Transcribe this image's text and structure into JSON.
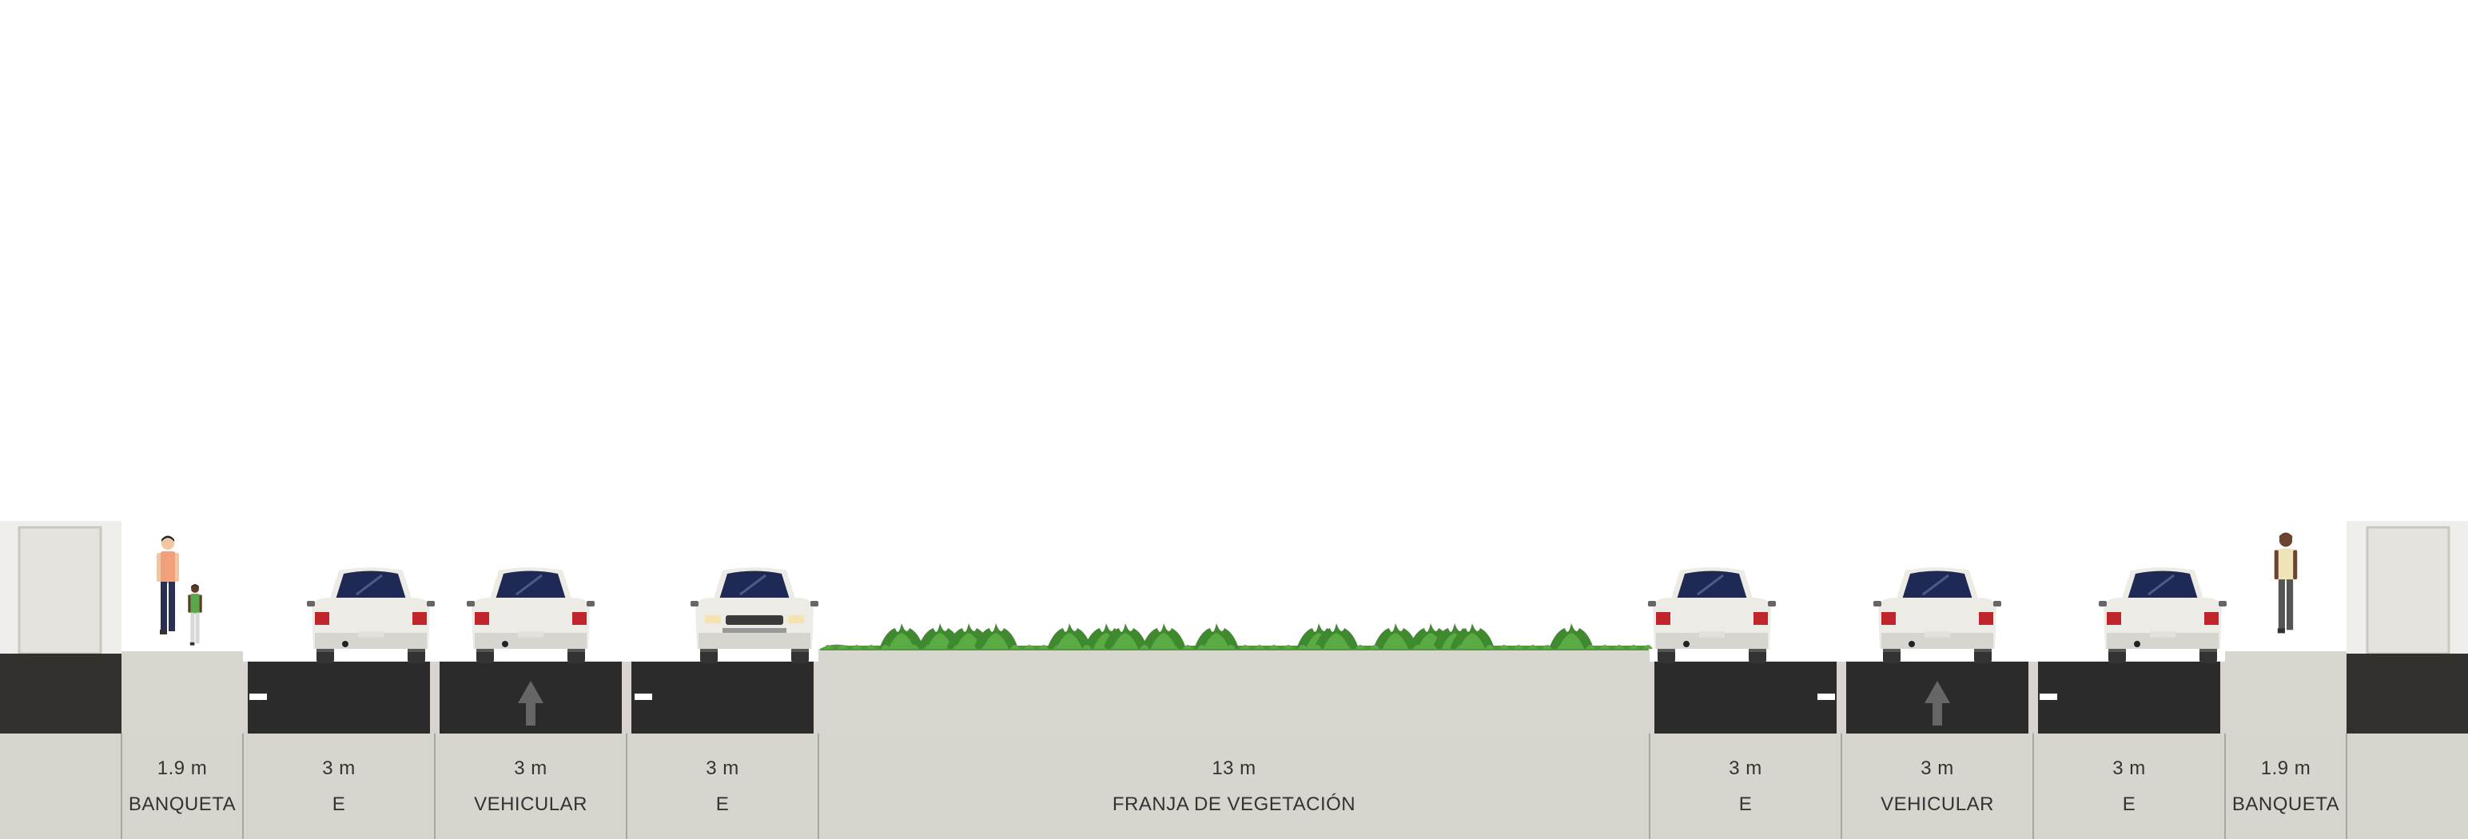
{
  "segments": [
    {
      "id": "building-left",
      "width": "",
      "name": "",
      "kind": "building"
    },
    {
      "id": "sidewalk-left",
      "width": "1.9 m",
      "name": "BANQUETA",
      "kind": "sidewalk"
    },
    {
      "id": "parking-left-1",
      "width": "3 m",
      "name": "E",
      "kind": "parking"
    },
    {
      "id": "travel-lane-left",
      "width": "3 m",
      "name": "VEHICULAR",
      "kind": "travel",
      "arrow": "up"
    },
    {
      "id": "parking-left-2",
      "width": "3 m",
      "name": "E",
      "kind": "parking"
    },
    {
      "id": "median",
      "width": "13 m",
      "name": "FRANJA DE VEGETACIÓN",
      "kind": "vegetation"
    },
    {
      "id": "parking-right-1",
      "width": "3 m",
      "name": "E",
      "kind": "parking"
    },
    {
      "id": "travel-lane-right",
      "width": "3 m",
      "name": "VEHICULAR",
      "kind": "travel",
      "arrow": "up"
    },
    {
      "id": "parking-right-2",
      "width": "3 m",
      "name": "E",
      "kind": "parking"
    },
    {
      "id": "sidewalk-right",
      "width": "1.9 m",
      "name": "BANQUETA",
      "kind": "sidewalk"
    },
    {
      "id": "building-right",
      "width": "",
      "name": "",
      "kind": "building"
    }
  ],
  "colors": {
    "asphalt": "#2a2b2a",
    "sidewalk": "#d9d5cf",
    "label_band": "#d8d4ce",
    "building_wall": "#efeeea",
    "building_base": "#33302d",
    "vegetation": "#4e9a3a",
    "car_body": "#ecebe6",
    "car_glass": "#1e2a55",
    "tail_light": "#c0252b",
    "lane_marking": "#ffffff"
  }
}
